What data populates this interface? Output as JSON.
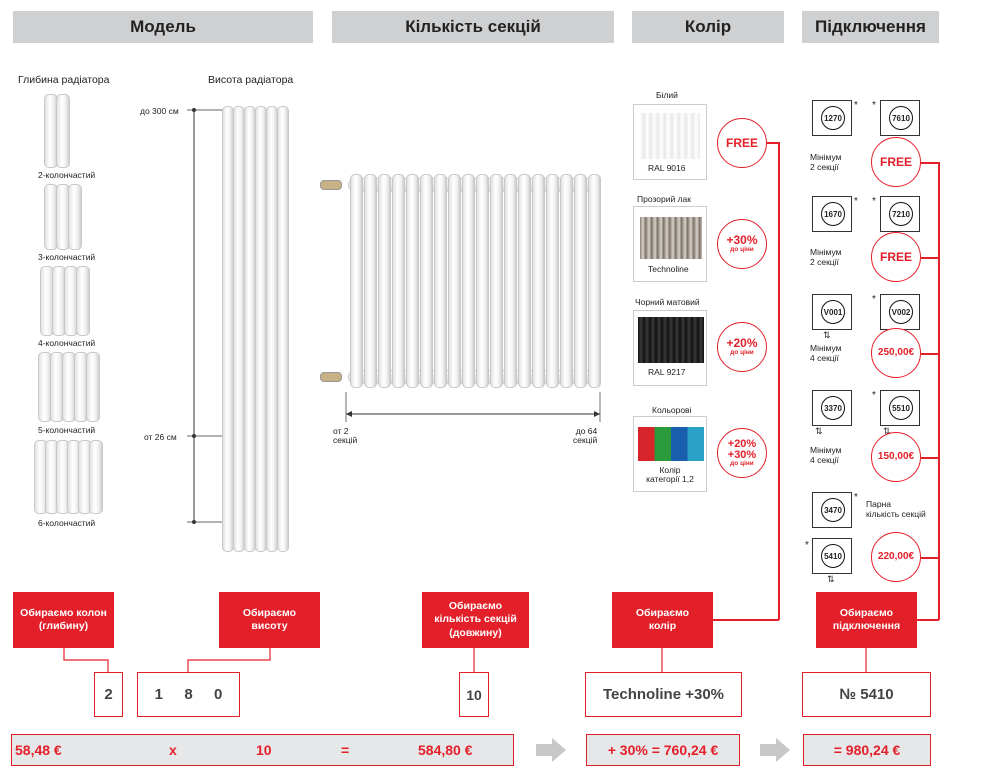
{
  "headers": {
    "model": "Модель",
    "sections": "Кількість секцій",
    "color": "Колір",
    "connection": "Підключення"
  },
  "model": {
    "depth_title": "Глибина радіатора",
    "height_title": "Висота радіатора",
    "depth_options": [
      "2-колончастий",
      "3-колончастий",
      "4-колончастий",
      "5-колончастий",
      "6-колончастий"
    ],
    "height_max": "до 300 см",
    "height_min": "от 26 см"
  },
  "sections": {
    "min_line1": "от 2",
    "min_line2": "секцій",
    "max_line1": "до 64",
    "max_line2": "секцій"
  },
  "colors": [
    {
      "title": "Білий",
      "name": "RAL 9016",
      "surcharge": "FREE",
      "color": "#eeeeee"
    },
    {
      "title": "Прозорий лак",
      "name": "Technoline",
      "surcharge_main": "+30%",
      "surcharge_sub": "до ціни",
      "color": "#9a9084"
    },
    {
      "title": "Чорний матовий",
      "name": "RAL 9217",
      "surcharge_main": "+20%",
      "surcharge_sub": "до ціни",
      "color": "#1c1c1c"
    },
    {
      "title": "Кольорові",
      "name_line1": "Колір",
      "name_line2": "категорії 1,2",
      "surcharge_line1": "+20%",
      "surcharge_line2": "+30%",
      "surcharge_sub": "до ціни"
    }
  ],
  "connections": [
    {
      "codes": [
        "1270",
        "7610"
      ],
      "note_line1": "Мінімум",
      "note_line2": "2 секції",
      "price": "FREE"
    },
    {
      "codes": [
        "1670",
        "7210"
      ],
      "note_line1": "Мінімум",
      "note_line2": "2 секції",
      "price": "FREE"
    },
    {
      "codes": [
        "V001",
        "V002"
      ],
      "note_line1": "Мінімум",
      "note_line2": "4 секції",
      "price": "250,00€"
    },
    {
      "codes": [
        "3370",
        "5510"
      ],
      "note_line1": "Мінімум",
      "note_line2": "4 секції",
      "price": "150,00€"
    },
    {
      "codes": [
        "3470",
        "5410"
      ],
      "note_line1": "Парна",
      "note_line2": "кількість секцій",
      "price": "220,00€"
    }
  ],
  "star": "*",
  "steps": {
    "columns": "Обираємо колон (глибину)",
    "height": "Обираємо висоту",
    "sections": "Обираємо кількість секцій (довжину)",
    "color": "Обираємо колір",
    "connection": "Обираємо підключення"
  },
  "selected": {
    "columns": "2",
    "height_digits": [
      "1",
      "8",
      "0"
    ],
    "sections": "10",
    "color": "Technoline +30%",
    "connection": "№ 5410"
  },
  "calc": {
    "unit_price": "58,48 €",
    "times": "x",
    "qty": "10",
    "equals": "=",
    "subtotal": "584,80 €",
    "color_total": "+ 30% = 760,24 €",
    "final_total": "= 980,24 €"
  },
  "accent_color": "#e3202a"
}
